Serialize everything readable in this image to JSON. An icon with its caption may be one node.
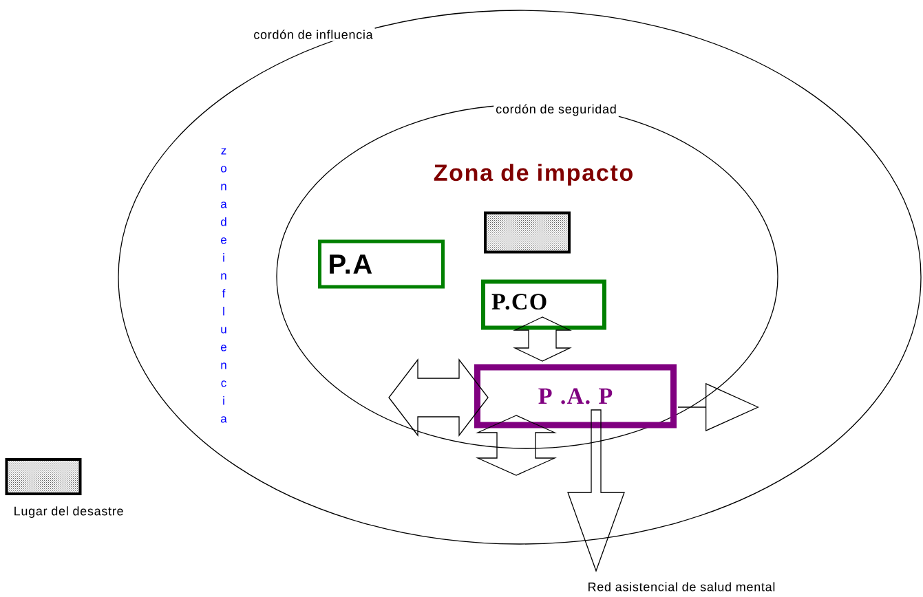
{
  "diagram": {
    "nodes": [
      {
        "text": [
          "cordón de influencia",
          "zona de influencia"
        ]
      },
      {
        "text": [
          "cordón de seguridad",
          "Zona de impacto"
        ],
        "in": 0
      },
      {
        "text": [],
        "shape": "box",
        "in": 1
      },
      {
        "text": [
          "P.A"
        ],
        "in": 1
      },
      {
        "text": [
          "P.CO"
        ],
        "in": 1
      },
      {
        "text": [
          "P .A. P"
        ],
        "in": 1
      },
      {
        "text": [],
        "shape": "box",
        "beside": [
          "Lugar del desastre"
        ]
      },
      {
        "text": [
          "Red asistencial de salud mental"
        ]
      }
    ],
    "edges": [
      {
        "from": 4,
        "to": 5,
        "arrow": "both"
      },
      {
        "from": null,
        "to": 5,
        "arrow": "both"
      },
      {
        "from": 5,
        "to": null,
        "arrow": "both"
      },
      {
        "from": 5,
        "to": null,
        "arrow": "to"
      },
      {
        "from": 5,
        "to": 7,
        "arrow": "to"
      }
    ]
  }
}
